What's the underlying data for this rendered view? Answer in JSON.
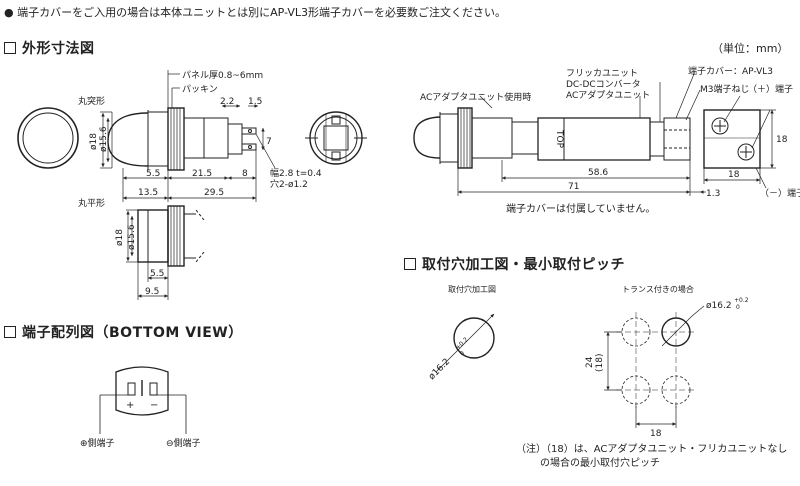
{
  "top_note": "● 端子カバーをご入用の場合は本体ユニットとは別にAP-VL3形端子カバーを必要数ご注文ください。",
  "sections": {
    "dimensions": "外形寸法図",
    "unit": "（単位：mm）",
    "mounting": "取付穴加工図・最小取付ピッチ",
    "terminal": "端子配列図（BOTTOM VIEW）"
  },
  "dim_labels": {
    "maru_totsu": "丸突形",
    "maru_hira": "丸平形",
    "panel": "パネル厚0.8~6mm",
    "packing": "パッキン",
    "d22": "2.2",
    "d15": "1.5",
    "d18a": "ø18",
    "d156a": "ø15.6",
    "d55a": "5.5",
    "d215": "21.5",
    "d8": "8",
    "d7": "7",
    "width": "幅2.8 t=0.4",
    "hole": "穴2-ø1.2",
    "d135": "13.5",
    "d295": "29.5",
    "d18b": "ø18",
    "d156b": "ø15.6",
    "d55b": "5.5",
    "d95": "9.5"
  },
  "adapter_labels": {
    "title": "ACアダプタユニット使用時",
    "flicker": "フリッカユニット",
    "dcdc": "DC-DCコンバータ",
    "ac": "ACアダプタユニット",
    "cover": "端子カバー：AP-VL3",
    "screw": "M3端子ねじ",
    "plus": "（＋）端子",
    "minus": "（－）端子",
    "top": "TOP",
    "d586": "58.6",
    "d71": "71",
    "d13": "1.3",
    "d18w": "18",
    "d18h": "18",
    "not_incl": "端子カバーは付属していません。"
  },
  "mount_labels": {
    "hole_title": "取付穴加工図",
    "trans_title": "トランス付きの場合",
    "dia": "ø16.2",
    "tol_plus": "+0.2",
    "tol_zero": "0",
    "dia2": "ø16.2",
    "pitch_v": "24",
    "pitch_v2": "(18)",
    "pitch_h": "18",
    "footnote1": "（注）（18）は、ACアダプタユニット・フリカユニットなし",
    "footnote2": "の場合の最小取付穴ピッチ"
  },
  "terminal_labels": {
    "plus_side": "⊕側端子",
    "minus_side": "⊖側端子",
    "plus": "+",
    "minus": "−"
  }
}
